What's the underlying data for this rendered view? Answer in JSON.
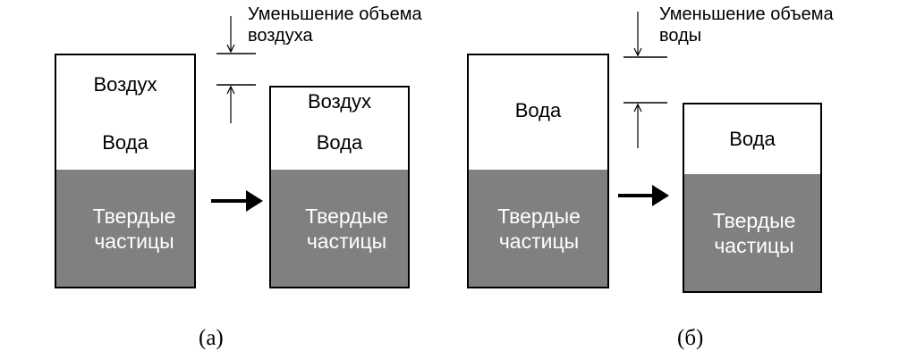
{
  "panel_a": {
    "before": {
      "air_label": "Воздух",
      "water_label": "Вода",
      "solids_label": "Твердые\nчастицы"
    },
    "after": {
      "air_label": "Воздух",
      "water_label": "Вода",
      "solids_label": "Твердые\nчастицы"
    },
    "annotation": "Уменьшение объема\nвоздуха",
    "caption": "(а)"
  },
  "panel_b": {
    "before": {
      "water_label": "Вода",
      "solids_label": "Твердые\nчастицы"
    },
    "after": {
      "water_label": "Вода",
      "solids_label": "Твердые\nчастицы"
    },
    "annotation": "Уменьшение объема\nводы",
    "caption": "(б)"
  },
  "colors": {
    "solids_fill": "#808080",
    "outline": "#000000",
    "solids_text": "#ffffff"
  },
  "icons": [
    "arrow-right-icon",
    "dimension-arrow-down-icon",
    "dimension-arrow-up-icon"
  ]
}
